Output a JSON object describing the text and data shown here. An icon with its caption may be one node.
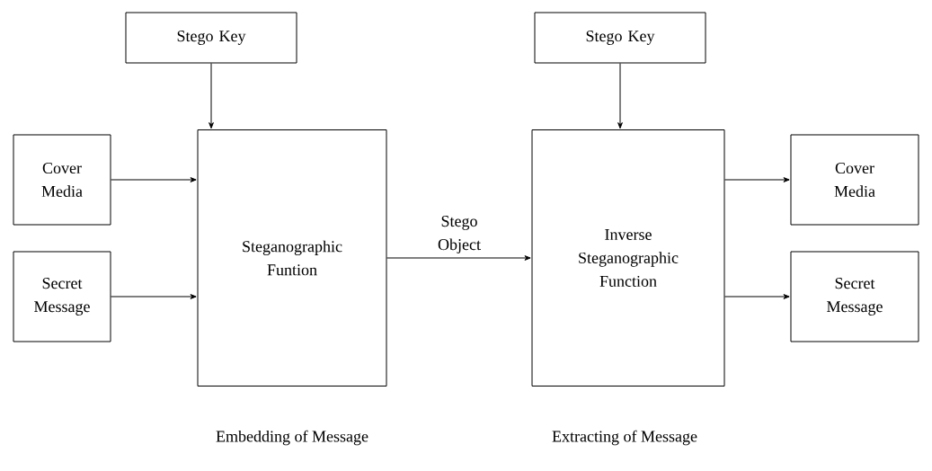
{
  "diagram": {
    "nodes": [
      {
        "text": [
          "Stego Key"
        ]
      },
      {
        "text": [
          "Cover Media"
        ]
      },
      {
        "text": [
          "Secret Message"
        ]
      },
      {
        "text": [
          "Steganographic Funtion"
        ]
      },
      {
        "text": [
          "Stego Key"
        ]
      },
      {
        "text": [
          "Inverse Steganographic Function"
        ]
      },
      {
        "text": [
          "Cover Media"
        ]
      },
      {
        "text": [
          "Secret Message"
        ]
      }
    ],
    "edges": [
      {
        "from": 0,
        "to": 3,
        "arrow": "to"
      },
      {
        "from": 1,
        "to": 3,
        "arrow": "to"
      },
      {
        "from": 2,
        "to": 3,
        "arrow": "to"
      },
      {
        "from": 3,
        "to": 5,
        "arrow": "to",
        "label": "Stego Object"
      },
      {
        "from": 4,
        "to": 5,
        "arrow": "to"
      },
      {
        "from": 5,
        "to": 6,
        "arrow": "to"
      },
      {
        "from": 5,
        "to": 7,
        "arrow": "to"
      }
    ],
    "labels": [
      "Embedding of Message",
      "Extracting of Message"
    ]
  }
}
